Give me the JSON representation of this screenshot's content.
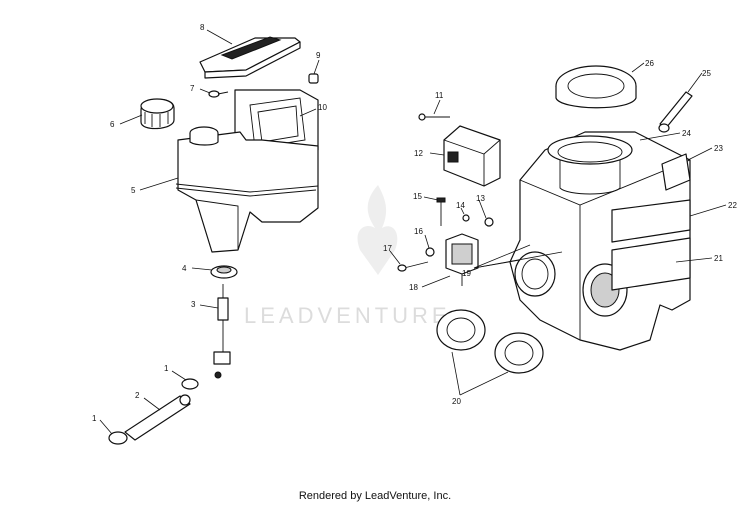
{
  "watermark": {
    "text": "LEADVENTURE"
  },
  "footer": {
    "text": "Rendered by LeadVenture, Inc."
  },
  "callouts": {
    "c1a": "1",
    "c1b": "1",
    "c2": "2",
    "c3": "3",
    "c4": "4",
    "c5": "5",
    "c6": "6",
    "c7": "7",
    "c8": "8",
    "c9": "9",
    "c10": "10",
    "c11": "11",
    "c12": "12",
    "c13": "13",
    "c14": "14",
    "c15": "15",
    "c16": "16",
    "c17": "17",
    "c18": "18",
    "c19": "19",
    "c20": "20",
    "c21": "21",
    "c22": "22",
    "c23": "23",
    "c24": "24",
    "c25": "25",
    "c26": "26"
  }
}
